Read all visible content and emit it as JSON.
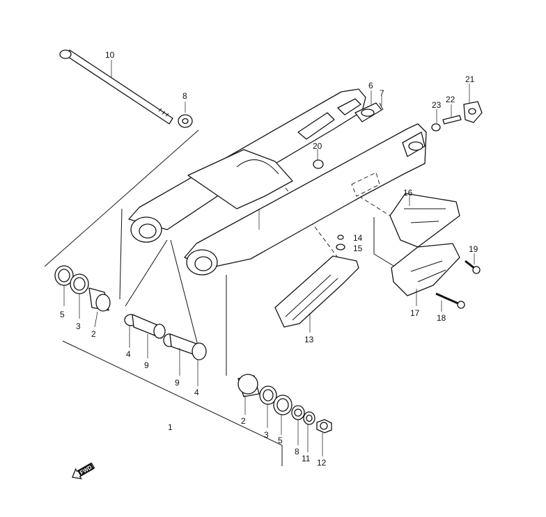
{
  "diagram": {
    "fwd_label": "FWD",
    "callouts": {
      "c1": "1",
      "c2a": "2",
      "c2b": "2",
      "c3a": "3",
      "c3b": "3",
      "c4a": "4",
      "c4b": "4",
      "c5a": "5",
      "c5b": "5",
      "c6": "6",
      "c7": "7",
      "c8a": "8",
      "c8b": "8",
      "c9a": "9",
      "c9b": "9",
      "c10": "10",
      "c11": "11",
      "c12": "12",
      "c13": "13",
      "c14": "14",
      "c15": "15",
      "c16": "16",
      "c17": "17",
      "c18": "18",
      "c19": "19",
      "c20": "20",
      "c21": "21",
      "c22": "22",
      "c23": "23"
    }
  }
}
